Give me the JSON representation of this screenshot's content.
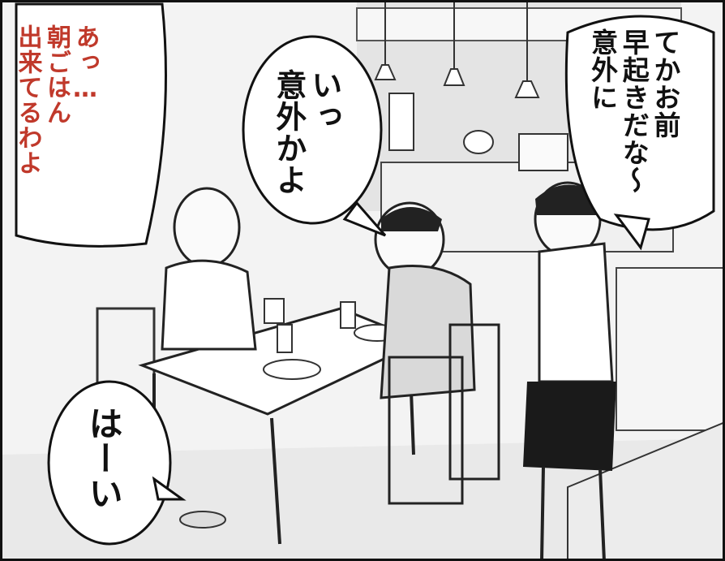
{
  "dialogue": {
    "mother": {
      "lines": [
        "あっ…",
        "朝ごはん",
        "出来てるわよ"
      ],
      "color": "#c0392b"
    },
    "son": {
      "lines": [
        "いっ",
        "意外かよ"
      ]
    },
    "father": {
      "lines": [
        "てかお前",
        "早起きだな〜",
        "意外に"
      ]
    },
    "reply": {
      "lines": [
        "はーい"
      ]
    }
  },
  "colors": {
    "ink": "#111111",
    "paper": "#ffffff",
    "tone": "#d9d9d9",
    "red_text": "#c0392b"
  }
}
